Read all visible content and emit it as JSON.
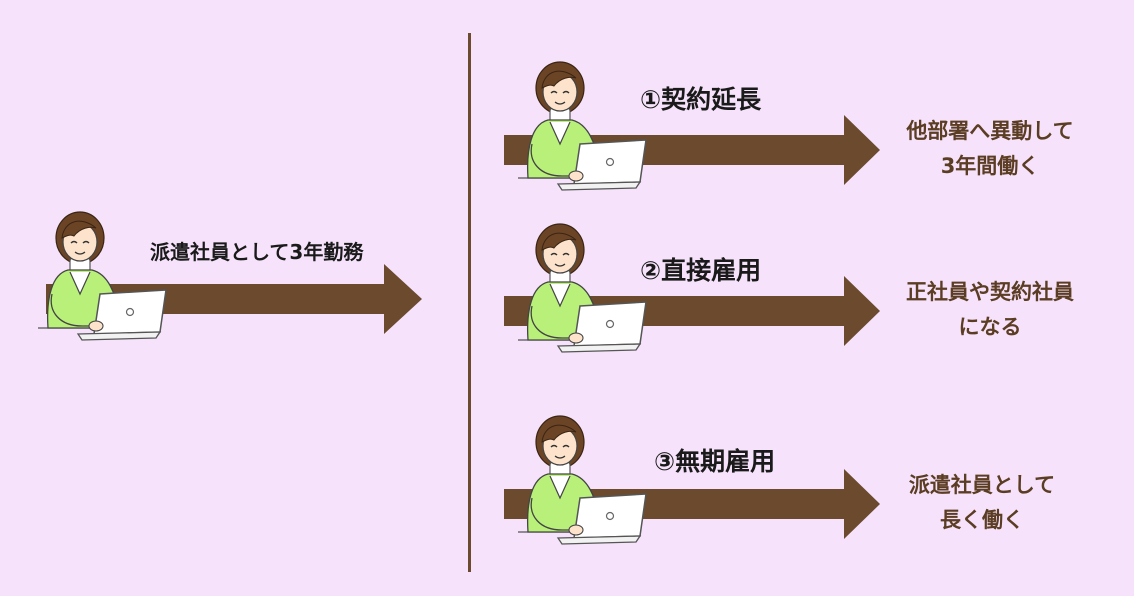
{
  "current": {
    "label": "派遣社員として3年勤務"
  },
  "options": [
    {
      "title": "①契約延長",
      "result_line1": "他部署へ異動して",
      "result_line2": "3年間働く"
    },
    {
      "title": "②直接雇用",
      "result_line1": "正社員や契約社員",
      "result_line2": "になる"
    },
    {
      "title": "③無期雇用",
      "result_line1": "派遣社員として",
      "result_line2": "長く働く"
    }
  ],
  "colors": {
    "background": "#f6e3fb",
    "arrow": "#6b4a2e",
    "result_text": "#5a3d22",
    "sweater": "#b9f07a",
    "hair": "#6b4426",
    "skin": "#fde3cc"
  },
  "icons": {
    "worker": "woman-at-laptop-icon"
  }
}
